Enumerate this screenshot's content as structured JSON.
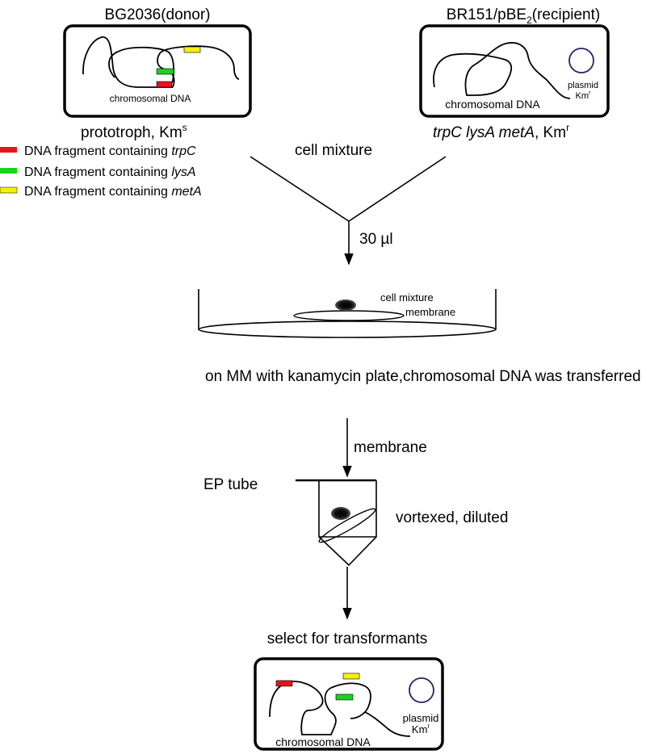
{
  "donor": {
    "title": "BG2036(donor)",
    "chromosome_label": "chromosomal DNA",
    "phenotype_main": "prototroph, Km",
    "phenotype_sup": "s"
  },
  "recipient": {
    "title_main": "BR151/pBE",
    "title_sub": "2",
    "title_end": "(recipient)",
    "chromosome_label": "chromosomal DNA",
    "plasmid_label": "plasmid",
    "plasmid_marker_main": "Km",
    "plasmid_marker_sup": "r",
    "genotype_italic": "trpC lysA metA",
    "genotype_rest": ", Km",
    "genotype_sup": "r"
  },
  "legend": {
    "items": [
      {
        "prefix": "DNA fragment containing ",
        "gene": "trpC",
        "color": "#e8141b"
      },
      {
        "prefix": "DNA fragment containing ",
        "gene": "lysA",
        "color": "#19d31e"
      },
      {
        "prefix": "DNA fragment containing ",
        "gene": "metA",
        "color": "#f4f200"
      }
    ]
  },
  "steps": {
    "mixture": "cell mixture",
    "volume": "30 µl",
    "plate_cell_label": "cell mixture",
    "plate_membrane_label": "membrane",
    "transfer_note": "on MM with kanamycin plate,chromosomal DNA was transferred",
    "membrane_arrow": "membrane",
    "tube_label": "EP tube",
    "tube_action": "vortexed, diluted",
    "selection": "select for transformants"
  },
  "transformant": {
    "chromosome_label": "chromosomal DNA",
    "plasmid_label": "plasmid",
    "plasmid_marker_main": "Km",
    "plasmid_marker_sup": "r"
  },
  "colors": {
    "trpC": "#e8141b",
    "lysA": "#19d31e",
    "metA": "#f4f200",
    "plasmid": "#23236e",
    "stroke": "#000000"
  }
}
